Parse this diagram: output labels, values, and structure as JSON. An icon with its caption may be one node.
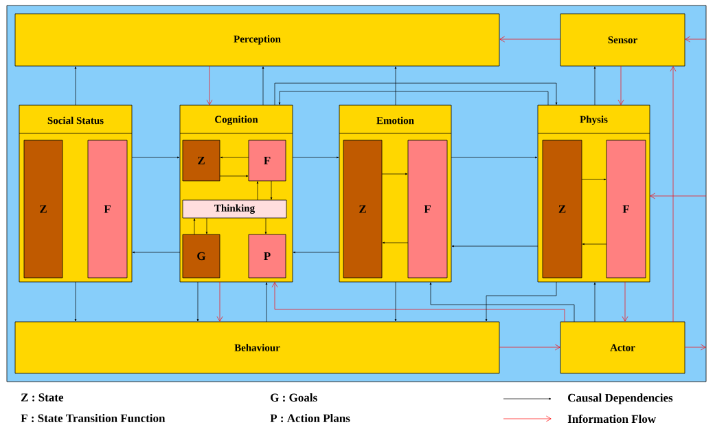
{
  "diagram": {
    "nodes": [
      {
        "text": [],
        "shape": "box"
      },
      {
        "text": [
          "Perception"
        ],
        "in": 0
      },
      {
        "text": [
          "Sensor"
        ],
        "in": 0
      },
      {
        "text": [
          "Social Status"
        ],
        "in": 0
      },
      {
        "text": [
          "Z"
        ],
        "in": 3
      },
      {
        "text": [
          "F"
        ],
        "in": 3
      },
      {
        "text": [
          "Cognition"
        ],
        "in": 0
      },
      {
        "text": [
          "Z"
        ],
        "in": 6
      },
      {
        "text": [
          "F"
        ],
        "in": 6
      },
      {
        "text": [
          "Thinking"
        ],
        "in": 6
      },
      {
        "text": [
          "G"
        ],
        "in": 6
      },
      {
        "text": [
          "P"
        ],
        "in": 6
      },
      {
        "text": [
          "Emotion"
        ],
        "in": 0
      },
      {
        "text": [
          "Z"
        ],
        "in": 12
      },
      {
        "text": [
          "F"
        ],
        "in": 12
      },
      {
        "text": [
          "Physis"
        ],
        "in": 0
      },
      {
        "text": [
          "Z"
        ],
        "in": 15
      },
      {
        "text": [
          "F"
        ],
        "in": 15
      },
      {
        "text": [
          "Behaviour"
        ],
        "in": 0
      },
      {
        "text": [
          "Actor"
        ],
        "in": 0
      }
    ],
    "edges": [
      {
        "from": 3,
        "to": 1,
        "arrow": "to"
      },
      {
        "from": 6,
        "to": 1,
        "arrow": "to"
      },
      {
        "from": 12,
        "to": 1,
        "arrow": "to"
      },
      {
        "from": 15,
        "to": 2,
        "arrow": "to"
      },
      {
        "from": 1,
        "to": 6,
        "arrow": "to",
        "color": "#ff0000"
      },
      {
        "from": 2,
        "to": 1,
        "arrow": "to",
        "color": "#ff0000"
      },
      {
        "from": null,
        "to": 2,
        "arrow": "to",
        "color": "#ff0000"
      },
      {
        "from": 2,
        "to": 15,
        "arrow": "to",
        "color": "#ff0000"
      },
      {
        "from": 19,
        "to": 2,
        "arrow": "to",
        "color": "#ff0000"
      },
      {
        "from": null,
        "to": 15,
        "arrow": "to",
        "color": "#ff0000"
      },
      {
        "from": 18,
        "to": 19,
        "arrow": "to",
        "color": "#ff0000"
      },
      {
        "from": 19,
        "to": null,
        "arrow": "to",
        "color": "#ff0000"
      },
      {
        "from": 3,
        "to": 6,
        "arrow": "to"
      },
      {
        "from": 6,
        "to": 12,
        "arrow": "to"
      },
      {
        "from": 12,
        "to": 15,
        "arrow": "to"
      },
      {
        "from": 6,
        "to": 3,
        "arrow": "to"
      },
      {
        "from": 12,
        "to": 6,
        "arrow": "to"
      },
      {
        "from": 15,
        "to": 12,
        "arrow": "to"
      },
      {
        "from": 6,
        "to": 15,
        "arrow": "to"
      },
      {
        "from": 15,
        "to": 6,
        "arrow": "to"
      },
      {
        "from": 8,
        "to": 7,
        "arrow": "to"
      },
      {
        "from": 7,
        "to": 8,
        "arrow": "to"
      },
      {
        "from": 9,
        "to": 8,
        "arrow": "to"
      },
      {
        "from": 8,
        "to": 9,
        "arrow": "to"
      },
      {
        "from": 10,
        "to": 9,
        "arrow": "to"
      },
      {
        "from": 9,
        "to": 10,
        "arrow": "to"
      },
      {
        "from": 9,
        "to": 11,
        "arrow": "to"
      },
      {
        "from": 13,
        "to": 14,
        "arrow": "to"
      },
      {
        "from": 14,
        "to": 13,
        "arrow": "to"
      },
      {
        "from": 16,
        "to": 17,
        "arrow": "to"
      },
      {
        "from": 17,
        "to": 16,
        "arrow": "to"
      },
      {
        "from": 3,
        "to": 18,
        "arrow": "to"
      },
      {
        "from": 6,
        "to": 18,
        "arrow": "to"
      },
      {
        "from": 6,
        "to": 18,
        "arrow": "to",
        "color": "#ff0000"
      },
      {
        "from": 18,
        "to": 6,
        "arrow": "to"
      },
      {
        "from": 19,
        "to": 6,
        "arrow": "to",
        "color": "#ff0000"
      },
      {
        "from": 12,
        "to": 18,
        "arrow": "to"
      },
      {
        "from": 15,
        "to": 18,
        "arrow": "to"
      },
      {
        "from": 19,
        "to": 12,
        "arrow": "to"
      },
      {
        "from": 19,
        "to": 15,
        "arrow": "to"
      },
      {
        "from": 15,
        "to": 19,
        "arrow": "to",
        "color": "#ff0000"
      }
    ],
    "labels": [
      "Z : State",
      "G : Goals",
      "F : State Transition Function",
      "P : Action Plans"
    ],
    "legend": [
      {
        "text": "Causal Dependencies"
      },
      {
        "text": "Information Flow"
      }
    ]
  }
}
